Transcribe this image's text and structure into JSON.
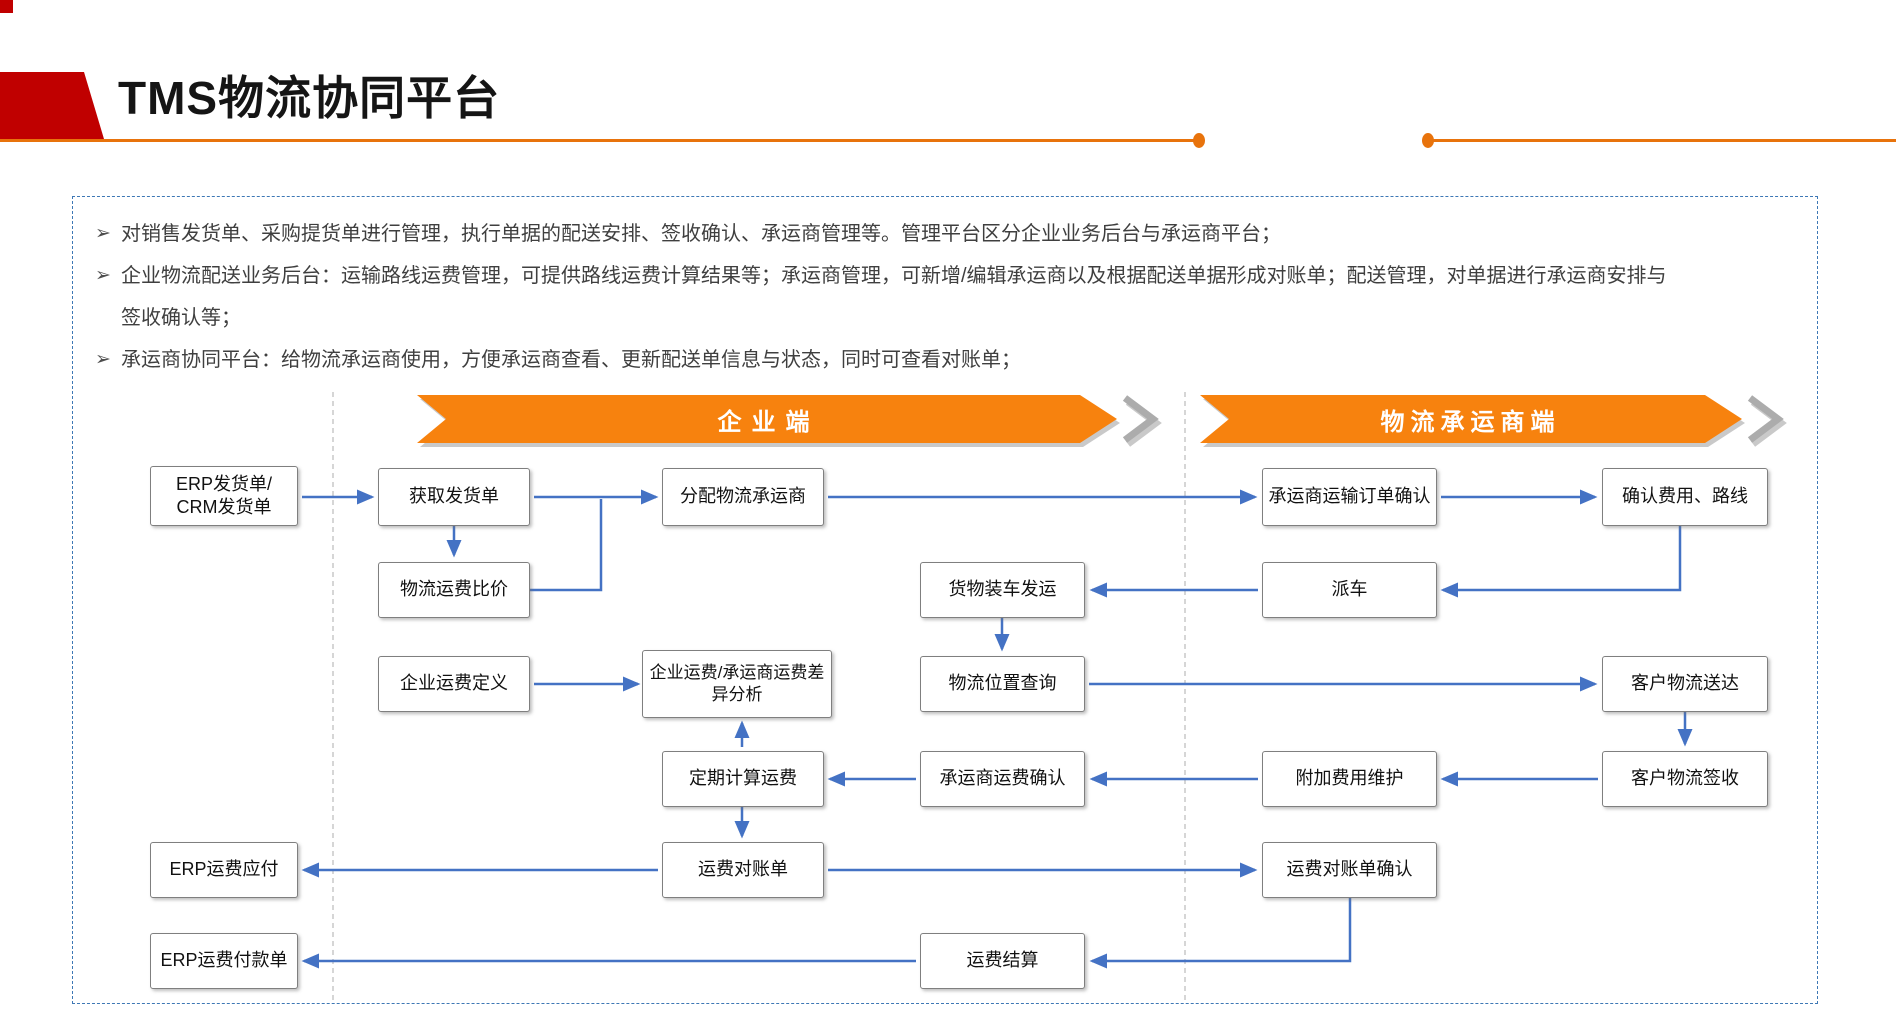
{
  "header": {
    "title": "TMS物流协同平台"
  },
  "colors": {
    "accent_red": "#C00000",
    "accent_orange": "#E8730C",
    "banner_orange": "#F7820E",
    "arrow_blue": "#4472C4",
    "text_gray": "#3F3F3F"
  },
  "intro": {
    "marker": "➢",
    "bullets": [
      {
        "lines": [
          "对销售发货单、采购提货单进行管理，执行单据的配送安排、签收确认、承运商管理等。管理平台区分企业业务后台与承运商平台；"
        ]
      },
      {
        "lines": [
          "企业物流配送业务后台：运输路线运费管理，可提供路线运费计算结果等；承运商管理，可新增/编辑承运商以及根据配送单据形成对账单；配送管理，对单据进行承运商安排与",
          "签收确认等；"
        ]
      },
      {
        "lines": [
          "承运商协同平台：给物流承运商使用，方便承运商查看、更新配送单信息与状态，同时可查看对账单；"
        ]
      }
    ]
  },
  "sections": {
    "enterprise": "企业端",
    "carrier": "物流承运商端"
  },
  "boxes": {
    "erp_order_line1": "ERP发货单/",
    "erp_order_line2": "CRM发货单",
    "fetch_order": "获取发货单",
    "assign_carrier": "分配物流承运商",
    "carrier_order_confirm": "承运商运输订单确认",
    "confirm_fee_route": "确认费用、路线",
    "freight_compare": "物流运费比价",
    "loading_dispatch": "货物装车发运",
    "dispatch_vehicle": "派车",
    "enterprise_freight_define": "企业运费定义",
    "freight_diff_analysis": "企业运费/承运商运费差异分析",
    "logistics_location": "物流位置查询",
    "customer_delivered": "客户物流送达",
    "periodic_freight_calc": "定期计算运费",
    "carrier_freight_confirm": "承运商运费确认",
    "extra_fee_maintain": "附加费用维护",
    "customer_sign": "客户物流签收",
    "erp_freight_payable": "ERP运费应付",
    "freight_statement": "运费对账单",
    "freight_statement_confirm": "运费对账单确认",
    "erp_payment_order": "ERP运费付款单",
    "freight_settlement": "运费结算"
  }
}
